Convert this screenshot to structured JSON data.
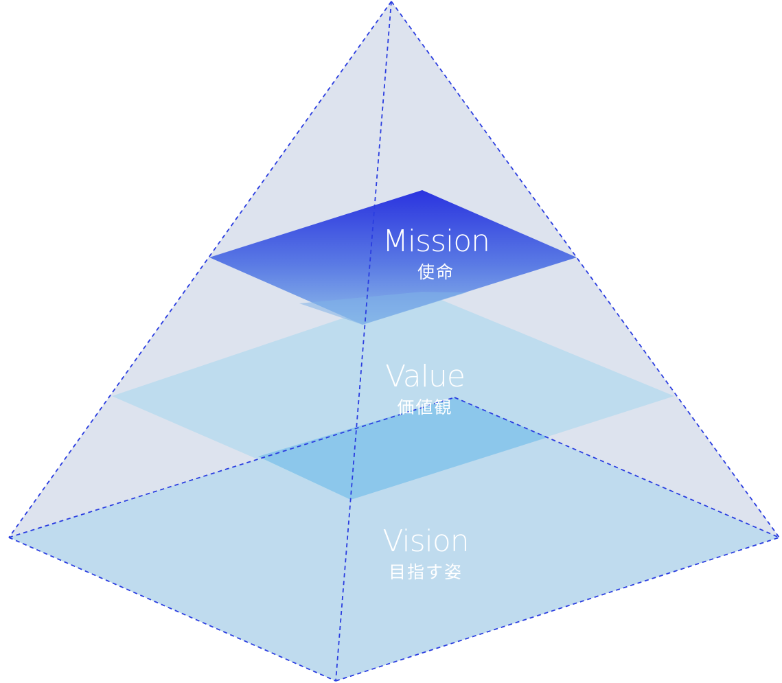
{
  "diagram": {
    "title": "Mission Value Vision pyramid",
    "colors": {
      "face": "#dde3ee",
      "layer": "#bfdbed",
      "overlap": "#8cc8ec",
      "mission_top": "#2a36e0",
      "mission_bottom": "#8ab8ea",
      "edge": "#2a3de0",
      "text": "#ffffff"
    },
    "layers": [
      {
        "id": "mission",
        "label_en": "Mission",
        "label_jp": "使命"
      },
      {
        "id": "value",
        "label_en": "Value",
        "label_jp": "価値観"
      },
      {
        "id": "vision",
        "label_en": "Vision",
        "label_jp": "目指す姿"
      }
    ]
  }
}
